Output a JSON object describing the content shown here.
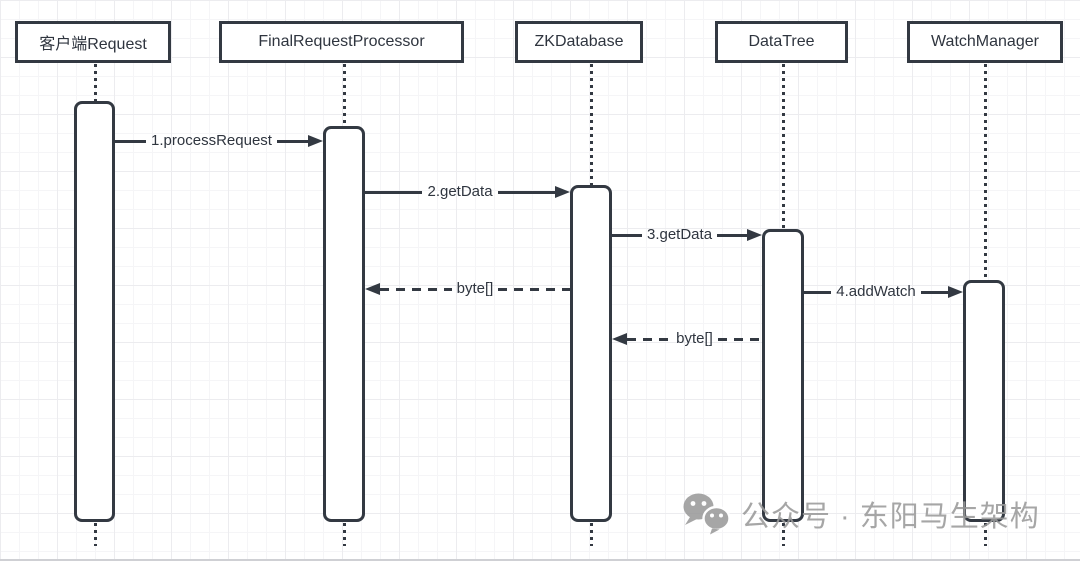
{
  "diagram": {
    "type": "sequence-diagram",
    "participants": [
      {
        "name": "客户端Request"
      },
      {
        "name": "FinalRequestProcessor"
      },
      {
        "name": "ZKDatabase"
      },
      {
        "name": "DataTree"
      },
      {
        "name": "WatchManager"
      }
    ],
    "messages": [
      {
        "label": "1.processRequest",
        "from": "客户端Request",
        "to": "FinalRequestProcessor",
        "style": "solid",
        "direction": "right"
      },
      {
        "label": "2.getData",
        "from": "FinalRequestProcessor",
        "to": "ZKDatabase",
        "style": "solid",
        "direction": "right"
      },
      {
        "label": "3.getData",
        "from": "ZKDatabase",
        "to": "DataTree",
        "style": "solid",
        "direction": "right"
      },
      {
        "label": "byte[]",
        "from": "ZKDatabase",
        "to": "FinalRequestProcessor",
        "style": "dashed",
        "direction": "left"
      },
      {
        "label": "4.addWatch",
        "from": "DataTree",
        "to": "WatchManager",
        "style": "solid",
        "direction": "right"
      },
      {
        "label": "byte[]",
        "from": "DataTree",
        "to": "ZKDatabase",
        "style": "dashed",
        "direction": "left"
      }
    ]
  },
  "watermark": {
    "icon": "wechat-icon",
    "text": "公众号 · 东阳马生架构"
  },
  "colors": {
    "stroke": "#333942",
    "label": "#2f353f",
    "grid_minor": "#f5f5f7",
    "grid_major": "#ececef",
    "watermark": "#9a9a9a",
    "background": "#ffffff"
  }
}
